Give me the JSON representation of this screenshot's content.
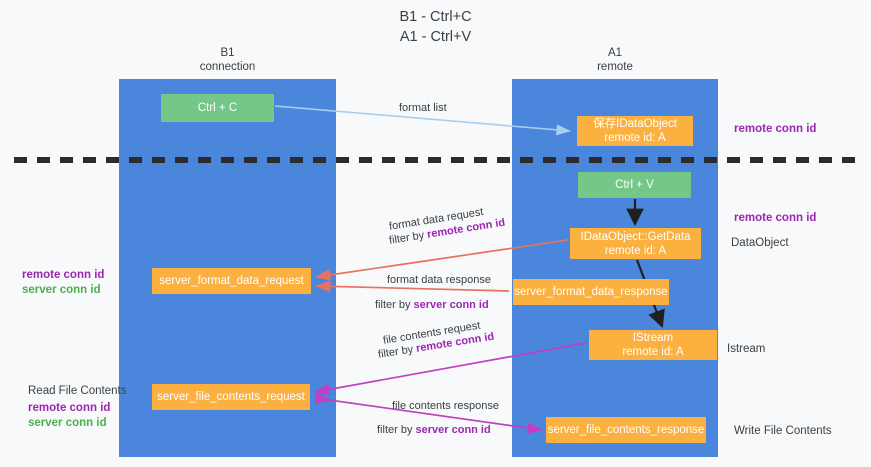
{
  "title": {
    "line1": "B1 - Ctrl+C",
    "line2": "A1 - Ctrl+V"
  },
  "columns": [
    {
      "id": "b1",
      "name": "B1",
      "role": "connection"
    },
    {
      "id": "a1",
      "name": "A1",
      "role": "remote"
    }
  ],
  "nodes": [
    {
      "id": "ctrl-c",
      "label": "Ctrl + C",
      "sub": "",
      "color": "#74c787",
      "lane": "b1"
    },
    {
      "id": "save-idataobject",
      "label": "保存IDataObject",
      "sub": "remote id: A",
      "color": "#fbb040",
      "lane": "a1"
    },
    {
      "id": "ctrl-v",
      "label": "Ctrl + V",
      "sub": "",
      "color": "#74c787",
      "lane": "a1"
    },
    {
      "id": "idataobject-getdata",
      "label": "IDataObject::GetData",
      "sub": "remote id: A",
      "color": "#fbb040",
      "lane": "a1"
    },
    {
      "id": "server-format-data-request",
      "label": "server_format_data_request",
      "sub": "",
      "color": "#fbb040",
      "lane": "b1"
    },
    {
      "id": "server-format-data-response",
      "label": "server_format_data_response",
      "sub": "",
      "color": "#fbb040",
      "lane": "a1"
    },
    {
      "id": "istream",
      "label": "IStream",
      "sub": "remote id: A",
      "color": "#fbb040",
      "lane": "a1"
    },
    {
      "id": "server-file-contents-request",
      "label": "server_file_contents_request",
      "sub": "",
      "color": "#fbb040",
      "lane": "b1"
    },
    {
      "id": "server-file-contents-response",
      "label": "server_file_contents_response",
      "sub": "",
      "color": "#fbb040",
      "lane": "a1"
    }
  ],
  "edges": [
    {
      "id": "format-list",
      "label": "format list",
      "filter": "",
      "filter_key": "",
      "color": "#a8cff0",
      "from": "ctrl-c",
      "to": "save-idataobject"
    },
    {
      "id": "ctrl-v-to-getdata",
      "label": "",
      "filter": "",
      "filter_key": "",
      "color": "#1f1f1f",
      "from": "ctrl-v",
      "to": "idataobject-getdata"
    },
    {
      "id": "format-data-request",
      "label": "format data request",
      "filter": "filter by ",
      "filter_key": "remote conn id",
      "color": "#e8715f",
      "from": "server-format-data-request",
      "to": "idataobject-getdata"
    },
    {
      "id": "format-data-response",
      "label": "format data response",
      "filter": "filter by ",
      "filter_key": "server conn id",
      "color": "#e8715f",
      "from": "server-format-data-response",
      "to": "server-format-data-request"
    },
    {
      "id": "getdata-to-istream",
      "label": "",
      "filter": "",
      "filter_key": "",
      "color": "#1f1f1f",
      "from": "idataobject-getdata",
      "to": "istream"
    },
    {
      "id": "file-contents-request",
      "label": "file contents request",
      "filter": "filter by ",
      "filter_key": "remote conn id",
      "color": "#c13fc1",
      "from": "server-file-contents-request",
      "to": "istream"
    },
    {
      "id": "file-contents-response",
      "label": "file contents response",
      "filter": "filter by ",
      "filter_key": "server conn id",
      "color": "#c13fc1",
      "from": "server-file-contents-response",
      "to": "server-file-contents-request"
    }
  ],
  "annotations": {
    "remote_conn_id": "remote conn id",
    "server_conn_id": "server conn id",
    "dataobject": "DataObject",
    "istream": "Istream",
    "read_file_contents": "Read File Contents",
    "write_file_contents": "Write File Contents"
  },
  "colors": {
    "lane": "#4a86db",
    "node_green": "#74c787",
    "node_orange": "#fbb040",
    "purple_key": "#9c27b0",
    "green_key": "#4caf50",
    "arrow_red": "#e8715f",
    "arrow_magenta": "#c13fc1",
    "arrow_blue": "#a8cff0",
    "arrow_black": "#1f1f1f",
    "background": "#f8f9fa",
    "divider": "#2b2b2b"
  }
}
